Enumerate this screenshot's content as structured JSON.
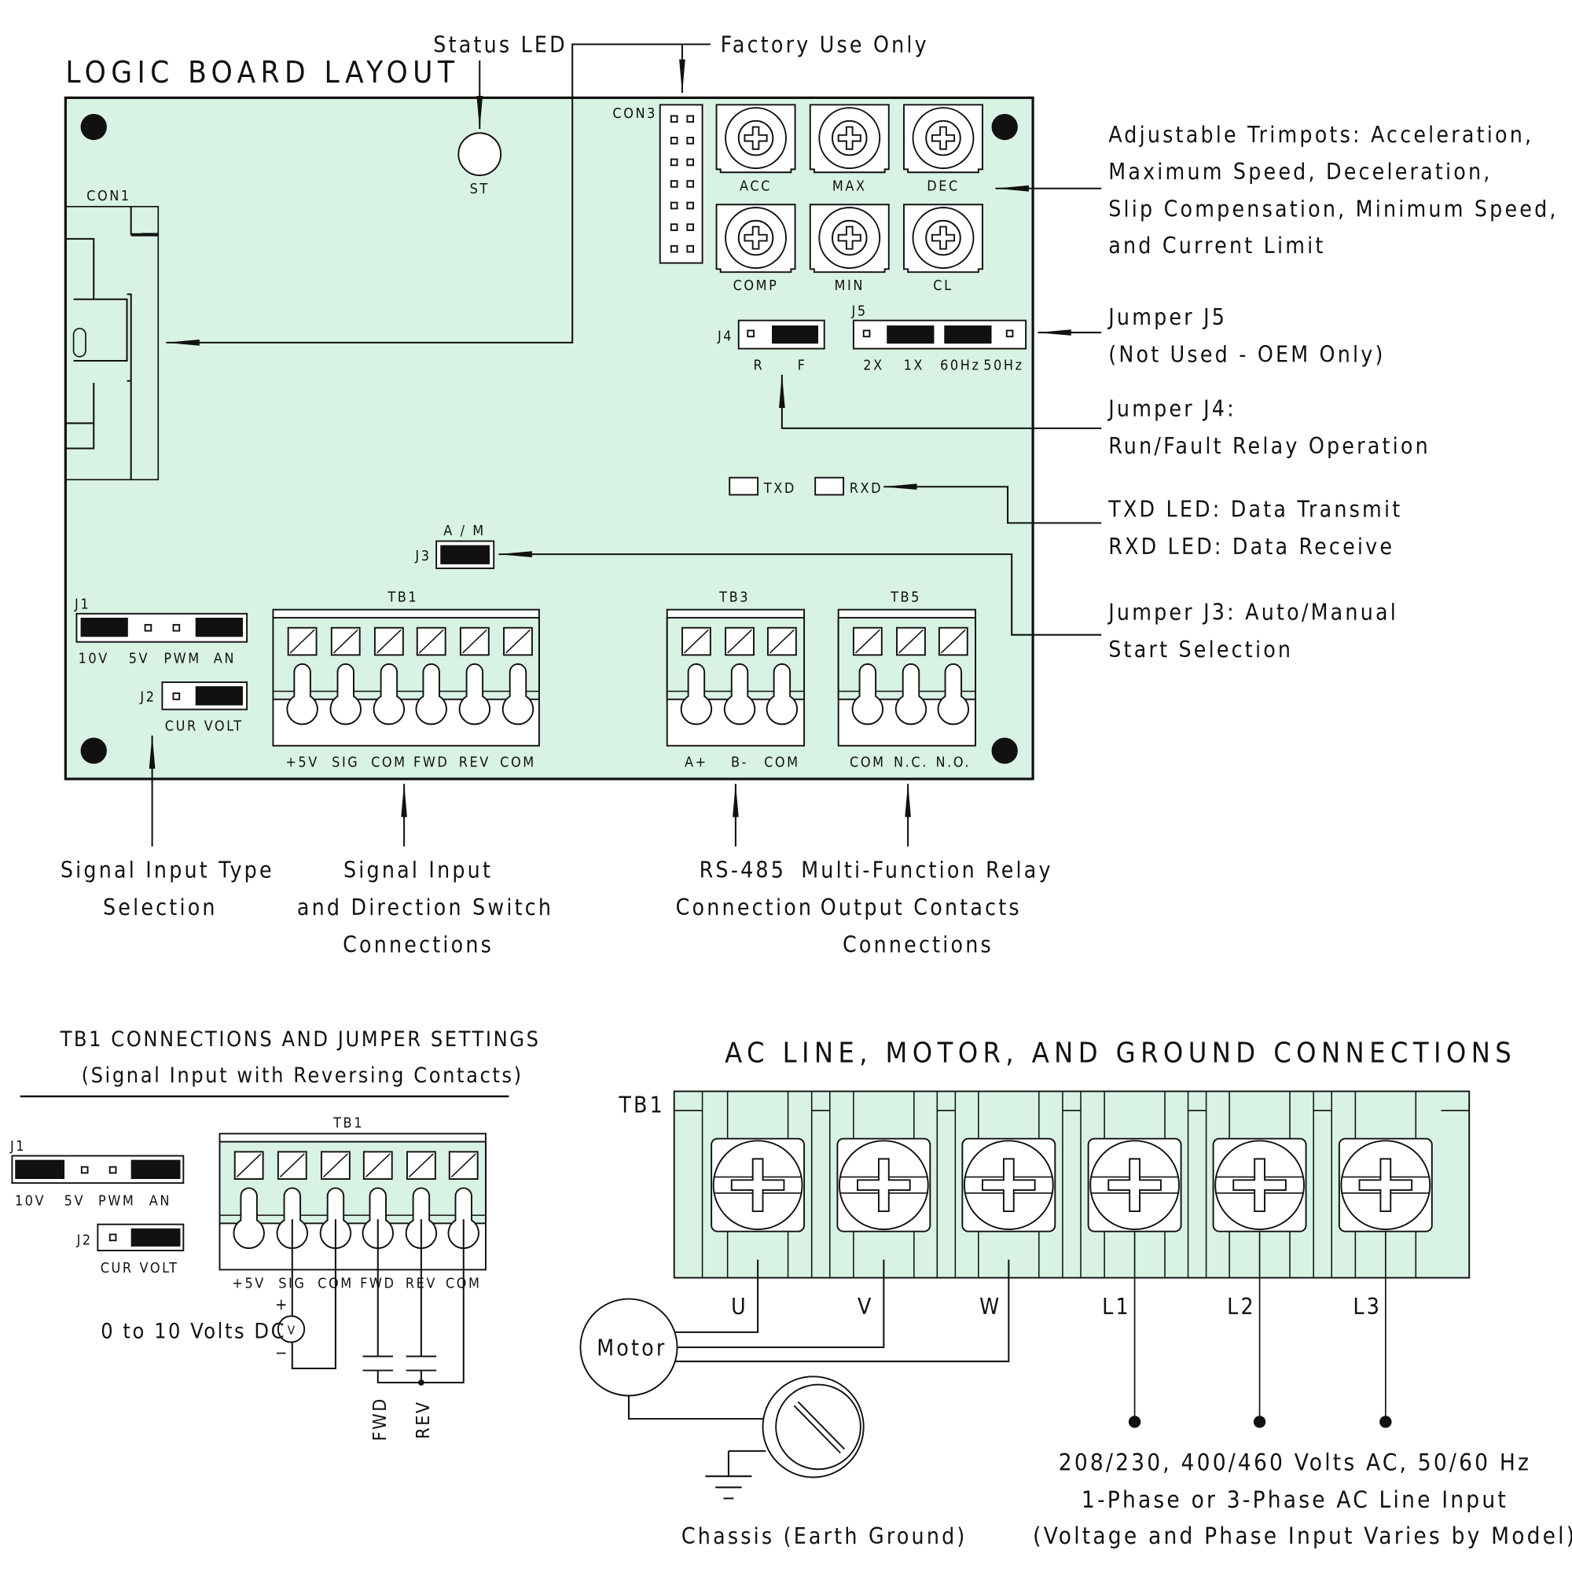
{
  "colors": {
    "board": "#d8f2e4",
    "line": "#111111"
  },
  "logic_board": {
    "title": "LOGIC BOARD LAYOUT",
    "status_led_label": "Status LED",
    "factory_use_label": "Factory Use Only",
    "st": "ST",
    "con1": "CON1",
    "con3": "CON3",
    "trimpots": [
      "ACC",
      "MAX",
      "DEC",
      "COMP",
      "MIN",
      "CL"
    ],
    "j4": {
      "name": "J4",
      "labels": [
        "R",
        "F"
      ]
    },
    "j5": {
      "name": "J5",
      "labels": [
        "2X",
        "1X",
        "60Hz",
        "50Hz"
      ]
    },
    "txd": "TXD",
    "rxd": "RXD",
    "j3": {
      "name": "J3",
      "label": "A / M"
    },
    "j1": {
      "name": "J1",
      "labels": [
        "10V",
        "5V",
        "PWM",
        "AN"
      ]
    },
    "j2": {
      "name": "J2",
      "labels": [
        "CUR",
        "VOLT"
      ]
    },
    "tb1": {
      "name": "TB1",
      "labels": [
        "+5V",
        "SIG",
        "COM",
        "FWD",
        "REV",
        "COM"
      ]
    },
    "tb3": {
      "name": "TB3",
      "labels": [
        "A+",
        "B-",
        "COM"
      ]
    },
    "tb5": {
      "name": "TB5",
      "labels": [
        "COM",
        "N.C.",
        "N.O."
      ]
    }
  },
  "annotations": {
    "trimpots": [
      "Adjustable Trimpots: Acceleration,",
      "Maximum Speed, Deceleration,",
      "Slip Compensation, Minimum Speed,",
      "and Current Limit"
    ],
    "j5": [
      "Jumper J5",
      "(Not Used - OEM Only)"
    ],
    "j4": [
      "Jumper J4:",
      "Run/Fault Relay Operation"
    ],
    "leds": [
      "TXD LED: Data Transmit",
      "RXD LED: Data Receive"
    ],
    "j3": [
      "Jumper J3: Auto/Manual",
      "Start Selection"
    ],
    "signal_type": [
      "Signal Input Type",
      "Selection"
    ],
    "signal_input": [
      "Signal Input",
      "and Direction Switch",
      "Connections"
    ],
    "rs485": [
      "RS-485",
      "Connection"
    ],
    "relay": [
      "Multi-Function Relay",
      "Output Contacts",
      "Connections"
    ]
  },
  "tb1_settings": {
    "title": "TB1 CONNECTIONS AND JUMPER SETTINGS",
    "subtitle": "(Signal Input with Reversing Contacts)",
    "j1": {
      "name": "J1",
      "labels": [
        "10V",
        "5V",
        "PWM",
        "AN"
      ]
    },
    "j2": {
      "name": "J2",
      "labels": [
        "CUR",
        "VOLT"
      ]
    },
    "tb1": {
      "name": "TB1",
      "labels": [
        "+5V",
        "SIG",
        "COM",
        "FWD",
        "REV",
        "COM"
      ]
    },
    "voltage": "0 to 10 Volts DC",
    "meter": "V",
    "plus": "+",
    "minus": "−",
    "fwd": "FWD",
    "rev": "REV"
  },
  "ac_connections": {
    "title": "AC LINE, MOTOR, AND GROUND CONNECTIONS",
    "tb1": "TB1",
    "terminals": [
      "U",
      "V",
      "W",
      "L1",
      "L2",
      "L3"
    ],
    "motor": "Motor",
    "chassis": "Chassis (Earth Ground)",
    "line_input": [
      "208/230, 400/460 Volts AC, 50/60 Hz",
      "1-Phase or 3-Phase AC Line Input",
      "(Voltage and Phase Input Varies by Model)"
    ]
  }
}
